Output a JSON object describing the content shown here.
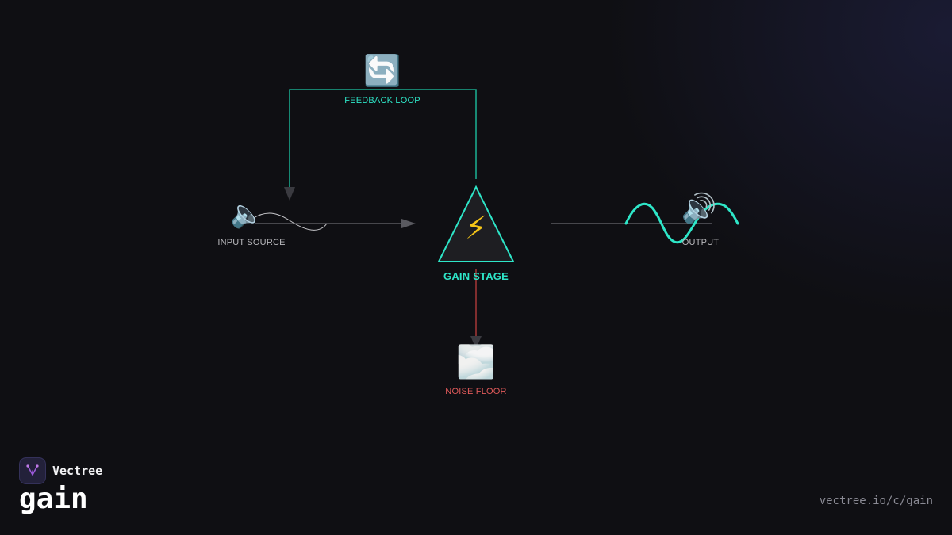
{
  "diagram": {
    "nodes": {
      "input_source": {
        "label": "INPUT SOURCE",
        "icon": "speaker-low-icon",
        "glyph": "🔈"
      },
      "gain_stage": {
        "label": "GAIN STAGE",
        "icon": "lightning-icon",
        "glyph": "⚡"
      },
      "output": {
        "label": "OUTPUT",
        "icon": "speaker-loud-icon",
        "glyph": "🔊"
      },
      "feedback_loop": {
        "label": "FEEDBACK LOOP",
        "icon": "cycle-arrows-icon",
        "glyph": "🔄"
      },
      "noise_floor": {
        "label": "NOISE FLOOR",
        "icon": "fog-icon",
        "glyph": "🌫️"
      }
    },
    "colors": {
      "accent": "#2ee6c8",
      "feedback": "#1aa88c",
      "noise": "#e05a5a",
      "noise_line": "#b03a3a",
      "neutral_line": "#5a5a60",
      "label_muted": "#b8b8bc"
    }
  },
  "brand": {
    "name": "Vectree",
    "logo_icon": "vectree-logo-icon"
  },
  "page": {
    "title": "gain",
    "url": "vectree.io/c/gain"
  }
}
